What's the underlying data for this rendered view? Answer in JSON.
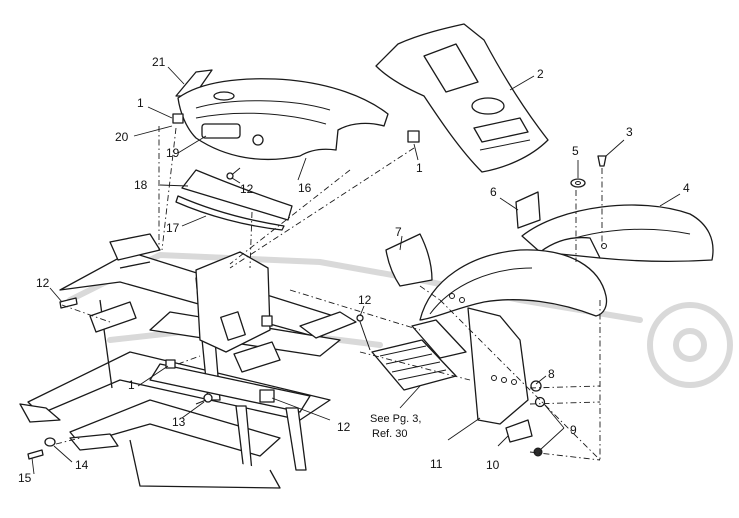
{
  "callouts": {
    "c1a": "1",
    "c1b": "1",
    "c1c": "1",
    "c2": "2",
    "c3": "3",
    "c4": "4",
    "c5": "5",
    "c6": "6",
    "c7": "7",
    "c8": "8",
    "c9": "9",
    "c10": "10",
    "c11": "11",
    "c12a": "12",
    "c12b": "12",
    "c12c": "12",
    "c12d": "12",
    "c13": "13",
    "c14": "14",
    "c15": "15",
    "c16": "16",
    "c17": "17",
    "c18": "18",
    "c19": "19",
    "c20": "20",
    "c21": "21"
  },
  "note": {
    "line1": "See Pg. 3,",
    "line2": "Ref.  30"
  },
  "colors": {
    "line": "#1a1a1a",
    "watermark": "#d9d9d9"
  }
}
